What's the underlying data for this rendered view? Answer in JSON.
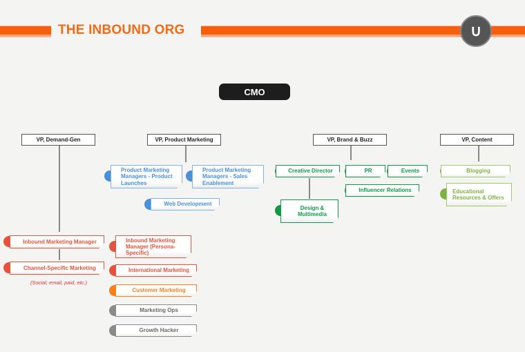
{
  "header": {
    "title": "THE INBOUND ORG",
    "logo_icon": "magnet-icon"
  },
  "colors": {
    "orange": "#f75f0c",
    "blue": "#4a90d9",
    "red": "#e5533c",
    "customer": "#f7801c",
    "grey": "#8a8a8a",
    "green": "#0f9a45",
    "lightgreen": "#7cb342"
  },
  "cmo": "CMO",
  "vps": [
    "VP, Demand-Gen",
    "VP, Product Marketing",
    "VP, Brand & Buzz",
    "VP, Content"
  ],
  "demand_gen": {
    "inbound_manager": "Inbound Marketing Manager",
    "channel": "Channel-Specific Marketing",
    "channel_note": "(Social, email, paid, etc.)"
  },
  "product_marketing": {
    "pmm_launches": "Product Marketing Managers - Product Launches",
    "pmm_sales": "Product Marketing Managers - Sales Enablement",
    "web_dev": "Web Development",
    "persona": "Inbound Marketing Manager (Persona-Specific)",
    "international": "International Marketing",
    "customer": "Customer Marketing",
    "ops": "Marketing Ops",
    "growth": "Growth Hacker"
  },
  "brand": {
    "creative": "Creative Director",
    "design": "Design & Multimedia",
    "pr": "PR",
    "events": "Events",
    "influencer": "Influencer Relations"
  },
  "content": {
    "blogging": "Blogging",
    "educational": "Educational Resources & Offers"
  }
}
